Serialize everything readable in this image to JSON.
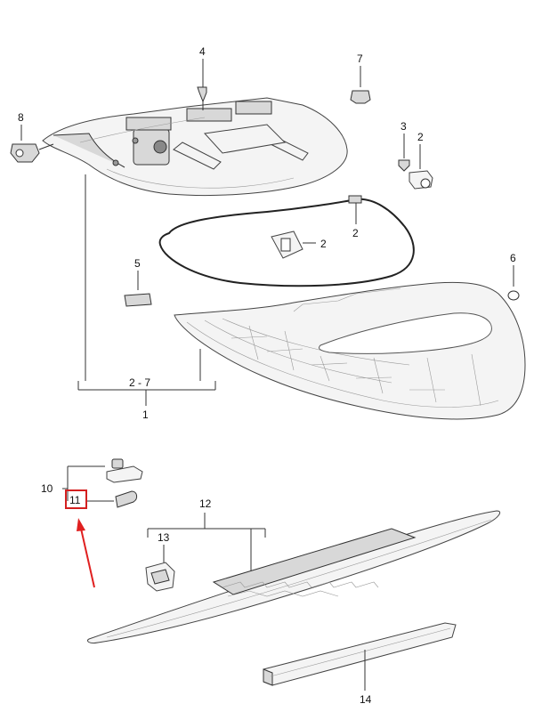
{
  "callouts": {
    "c1": "1",
    "c2a": "2",
    "c2b": "2",
    "c2c": "2",
    "c27": "2 - 7",
    "c3": "3",
    "c4": "4",
    "c5": "5",
    "c6": "6",
    "c7": "7",
    "c8": "8",
    "c10": "10",
    "c11": "11",
    "c12": "12",
    "c13": "13",
    "c14": "14"
  },
  "colors": {
    "highlight": "#d42020",
    "arrow": "#e02020"
  }
}
